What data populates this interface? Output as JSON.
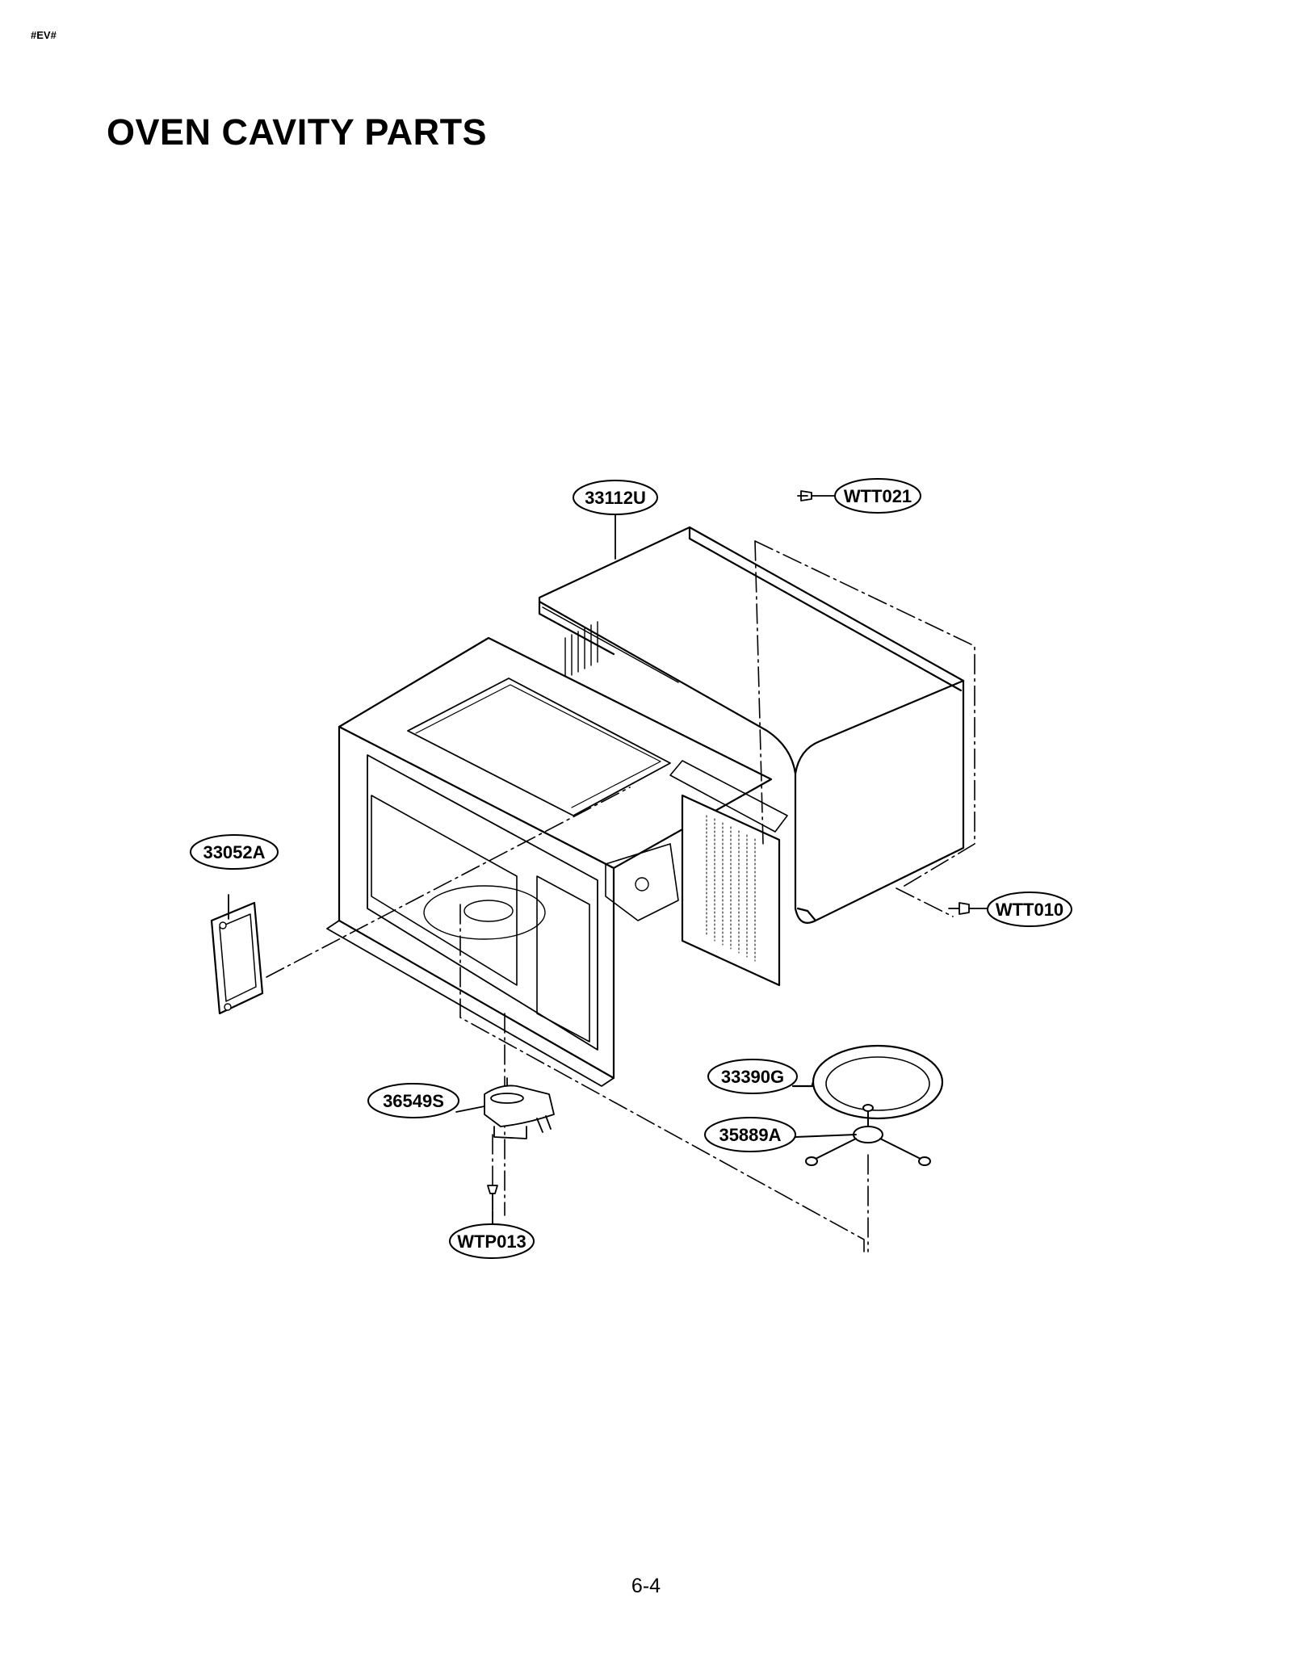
{
  "header": {
    "tag": "#EV#"
  },
  "title": "OVEN CAVITY PARTS",
  "page_number": "6-4",
  "parts": [
    {
      "code": "33112U",
      "icon": "outer-case"
    },
    {
      "code": "WTT021",
      "icon": "screw"
    },
    {
      "code": "33052A",
      "icon": "waveguide-cover"
    },
    {
      "code": "WTT010",
      "icon": "screw"
    },
    {
      "code": "33390G",
      "icon": "glass-turntable-tray"
    },
    {
      "code": "36549S",
      "icon": "turntable-motor"
    },
    {
      "code": "35889A",
      "icon": "roller-guide"
    },
    {
      "code": "WTP013",
      "icon": "screw"
    }
  ]
}
